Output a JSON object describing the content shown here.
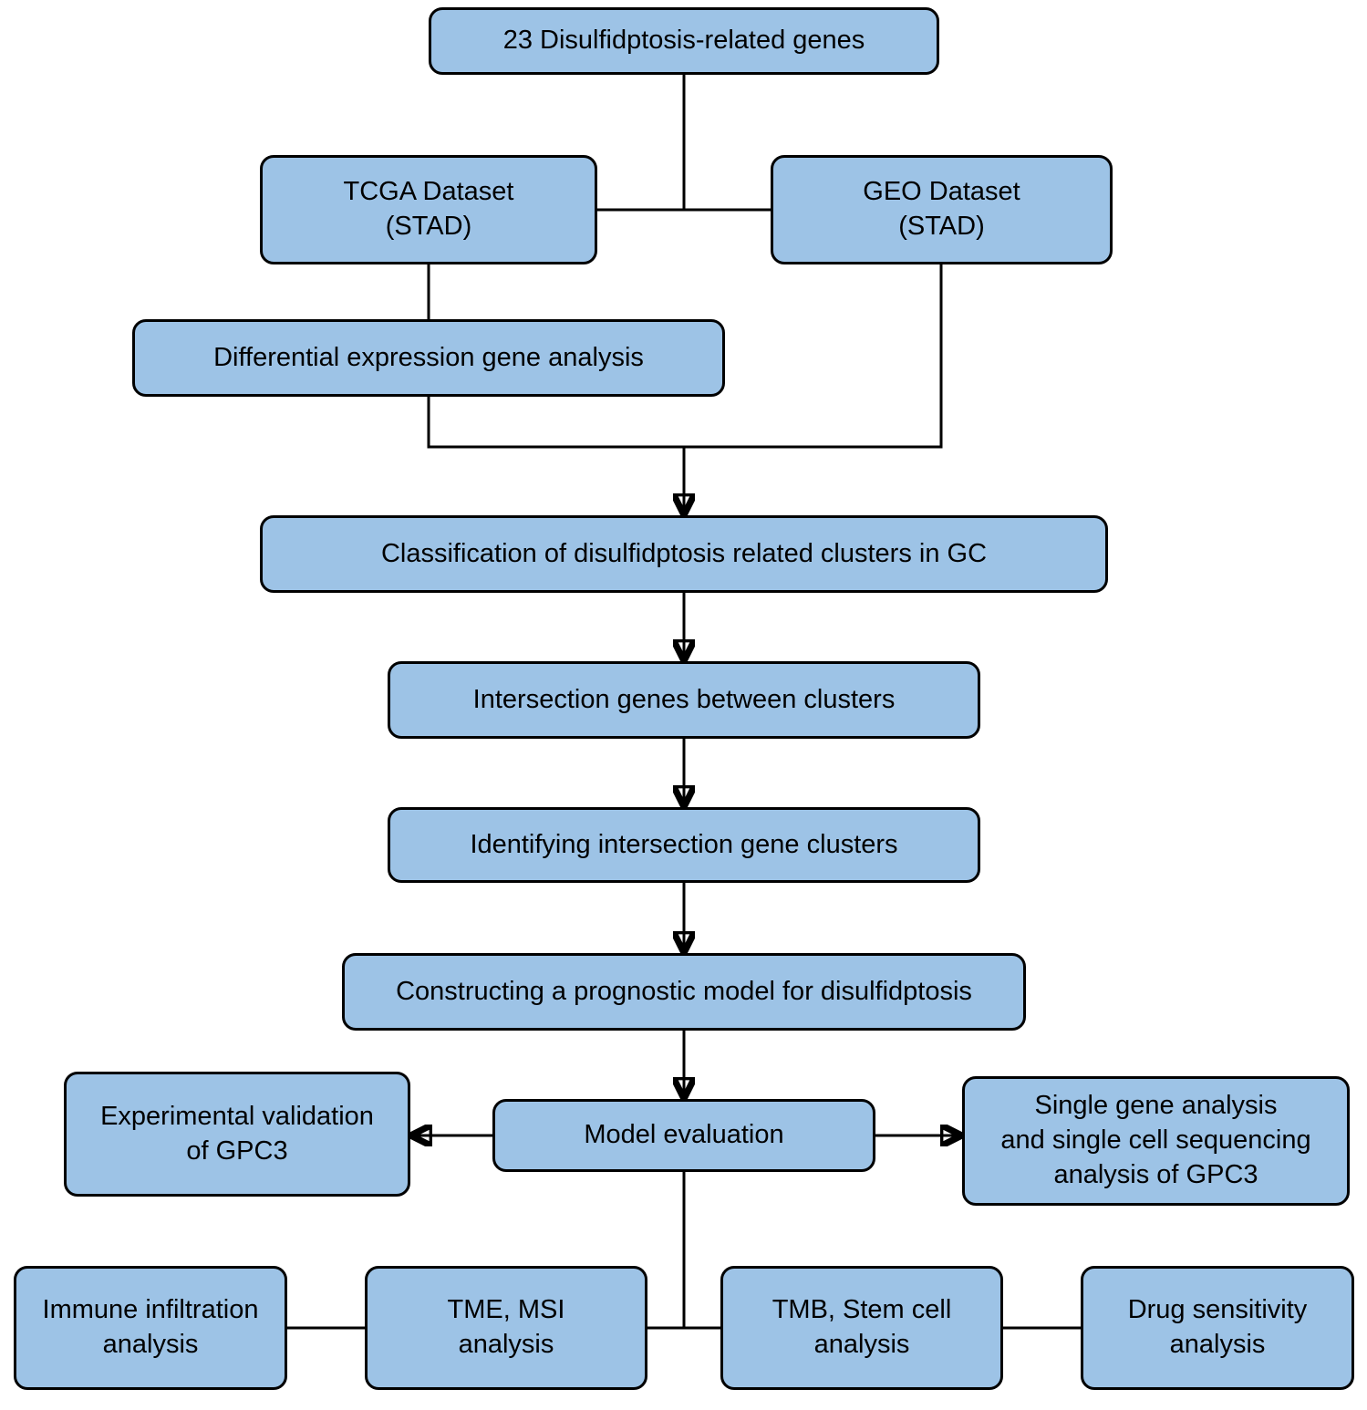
{
  "diagram_type": "flowchart",
  "colors": {
    "node_fill": "#9DC3E6",
    "node_border": "#000000",
    "connector": "#000000",
    "background": "#FFFFFF"
  },
  "nodes": {
    "genes": {
      "label": "23 Disulfidptosis-related genes"
    },
    "tcga": {
      "label": "TCGA Dataset\n(STAD)"
    },
    "geo": {
      "label": "GEO Dataset\n(STAD)"
    },
    "deg": {
      "label": "Differential expression gene analysis"
    },
    "classification": {
      "label": "Classification of disulfidptosis related clusters in GC"
    },
    "intersection": {
      "label": "Intersection genes between clusters"
    },
    "identifying": {
      "label": "Identifying intersection gene clusters"
    },
    "constructing": {
      "label": "Constructing a prognostic model for disulfidptosis"
    },
    "model_eval": {
      "label": "Model evaluation"
    },
    "experimental": {
      "label": "Experimental validation\nof GPC3"
    },
    "single_gene": {
      "label": "Single gene analysis\nand single cell sequencing\nanalysis of GPC3"
    },
    "immune": {
      "label": "Immune infiltration\nanalysis"
    },
    "tme": {
      "label": "TME, MSI\nanalysis"
    },
    "tmb": {
      "label": "TMB, Stem cell\nanalysis"
    },
    "drug": {
      "label": "Drug sensitivity\nanalysis"
    }
  },
  "edges": [
    {
      "from": "genes",
      "to": "tcga+geo junction",
      "arrow": false
    },
    {
      "from": "tcga",
      "to": "geo",
      "arrow": false
    },
    {
      "from": "tcga",
      "to": "deg",
      "arrow": false
    },
    {
      "from": "deg",
      "to": "classification",
      "arrow": true
    },
    {
      "from": "geo",
      "to": "classification",
      "arrow": true
    },
    {
      "from": "classification",
      "to": "intersection",
      "arrow": true
    },
    {
      "from": "intersection",
      "to": "identifying",
      "arrow": true
    },
    {
      "from": "identifying",
      "to": "constructing",
      "arrow": true
    },
    {
      "from": "constructing",
      "to": "model_eval",
      "arrow": true
    },
    {
      "from": "model_eval",
      "to": "experimental",
      "arrow": true
    },
    {
      "from": "model_eval",
      "to": "single_gene",
      "arrow": true
    },
    {
      "from": "model_eval",
      "to": "bottom row",
      "arrow": false
    },
    {
      "from": "immune",
      "to": "tme",
      "arrow": false
    },
    {
      "from": "tme",
      "to": "tmb",
      "arrow": false
    },
    {
      "from": "tmb",
      "to": "drug",
      "arrow": false
    }
  ]
}
